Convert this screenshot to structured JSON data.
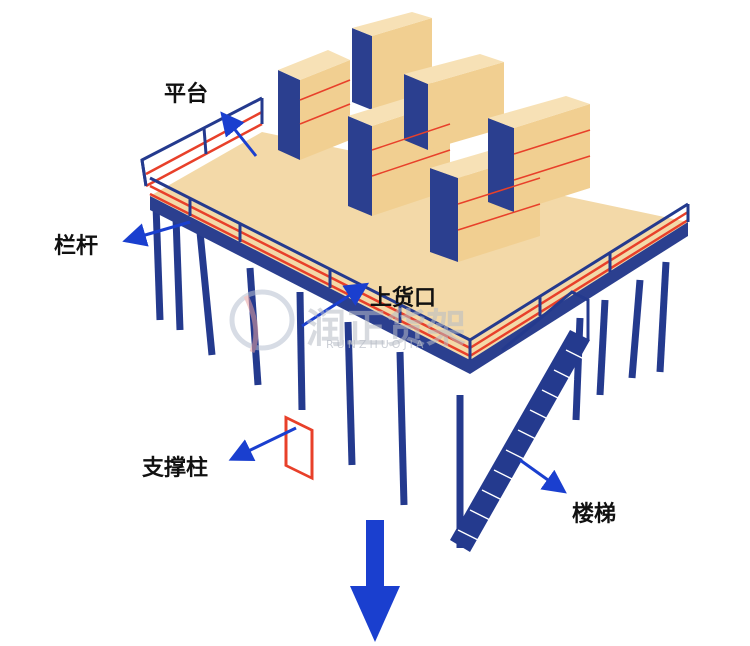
{
  "labels": {
    "platform": "平台",
    "railing": "栏杆",
    "loading_port": "上货口",
    "support_column": "支撑柱",
    "stairs": "楼梯"
  },
  "watermark": {
    "brand": "润正货架",
    "pinyin": "RUNZHUOJIA"
  },
  "colors": {
    "deck": "#f3d9a8",
    "column_blue": "#243a8e",
    "rail_red": "#e8402a",
    "arrow_blue": "#1a3fcf",
    "carton": "#f1cf91"
  },
  "icons": {
    "down_arrow": "down-arrow-icon",
    "watermark_logo": "runzheng-logo-icon"
  }
}
